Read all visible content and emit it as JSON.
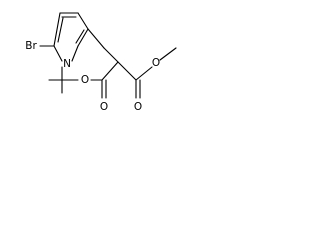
{
  "molecule": {
    "atom_labels": {
      "bromine": "Br",
      "ring_nitrogen": "N",
      "ester_oxygen_left": "O",
      "carbonyl_oxygen_left": "O",
      "ester_oxygen_right": "O",
      "carbonyl_oxygen_right": "O"
    }
  }
}
